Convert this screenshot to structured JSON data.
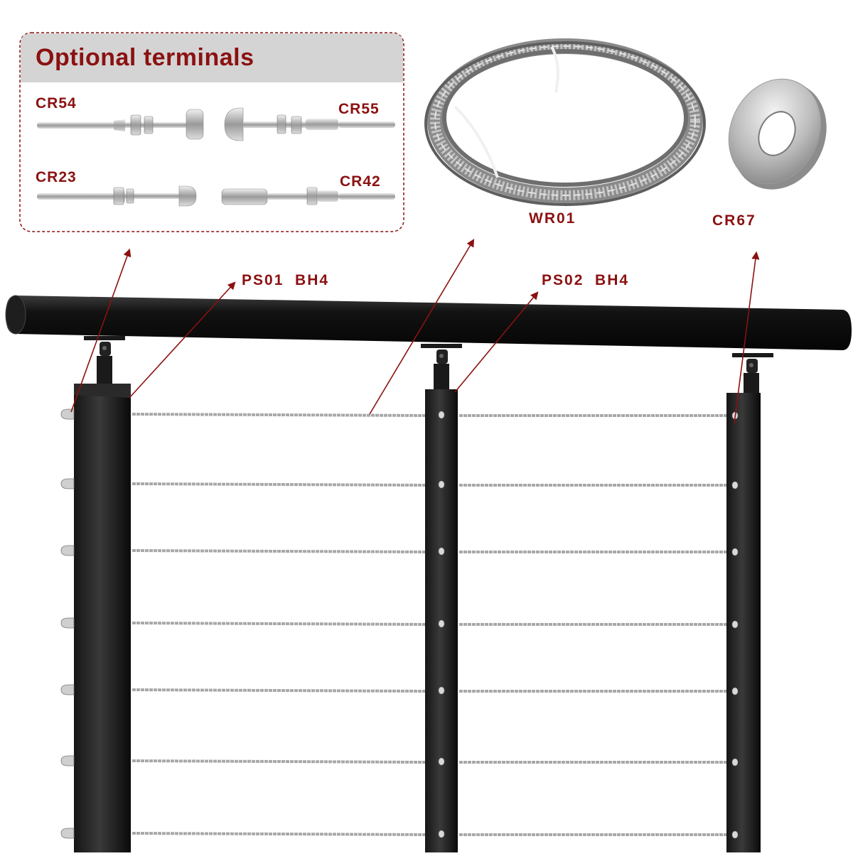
{
  "colors": {
    "accent": "#8b1111",
    "post": "#0c0c0c",
    "cable": "#b0b0b0",
    "panel_header": "#d4d4d4"
  },
  "terminals_panel": {
    "title": "Optional terminals",
    "items": [
      {
        "code": "CR54"
      },
      {
        "code": "CR55"
      },
      {
        "code": "CR23"
      },
      {
        "code": "CR42"
      }
    ]
  },
  "components": {
    "wire_rope": "WR01",
    "washer": "CR67",
    "post_end": {
      "post": "PS01",
      "bracket": "BH4"
    },
    "post_mid": {
      "post": "PS02",
      "bracket": "BH4"
    }
  }
}
